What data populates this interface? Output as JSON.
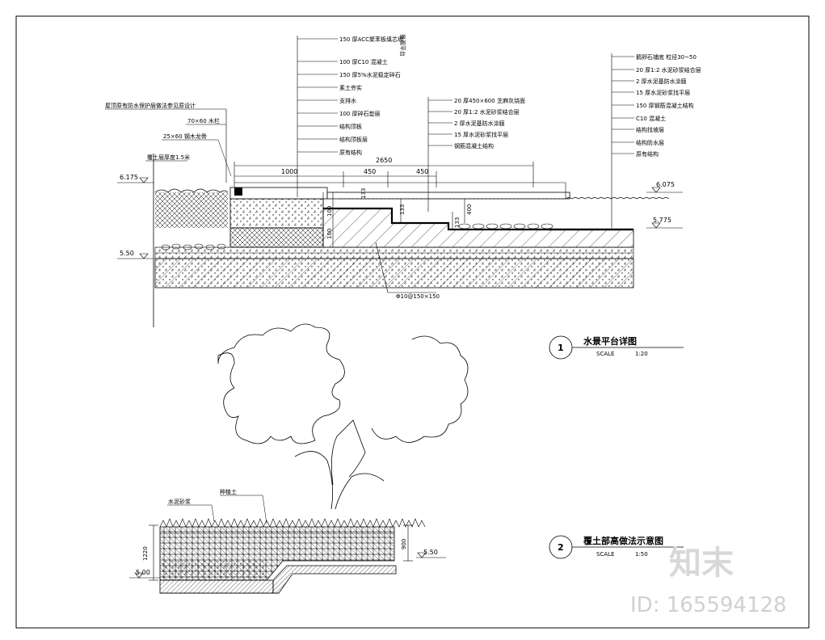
{
  "detail1": {
    "callouts_left": [
      "150 厚ACC聚苯板填芯墙",
      "100 厚C10 混凝土",
      "150 厚5%水泥稳定碎石",
      "素土夯实",
      "支排水",
      "100 厚碎石垫层",
      "结构顶板",
      "结构顶板层",
      "原有结构"
    ],
    "callout_top_vertical": "景观平台",
    "callouts_mid": [
      "20 厚450×600 芝麻灰烧面",
      "20 厚1:2 水泥砂浆结合层",
      "2 厚水泥基防水涂膜",
      "15 厚水泥砂浆找平层",
      "钢筋混凝土结构"
    ],
    "callouts_right": [
      "鹅卵石铺底 粒径30~50",
      "20 厚1:2 水泥砂浆结合层",
      "2 厚水泥基防水涂膜",
      "15 厚水泥砂浆找平层",
      "150 厚钢筋混凝土结构",
      "C10 混凝土",
      "结构找坡层",
      "结构防水层",
      "原有结构"
    ],
    "callouts_lower_left": [
      "屋顶原有防水保护层做法参见原设计",
      "70×60 木栏",
      "25×60 钢木龙骨",
      "覆土层厚度1.5米"
    ],
    "dims": {
      "total": "2650",
      "d1": "1000",
      "d2": "450",
      "d3": "450",
      "v1": "133",
      "v2": "133",
      "v3": "400",
      "v4": "100",
      "v5": "100",
      "v6": "133"
    },
    "elevations": {
      "e_left_top": "6.175",
      "e_left_bottom": "5.50",
      "e_right_top": "6.075",
      "e_right_mid": "5.775"
    },
    "rebar_note": "Φ10@150×150",
    "number": "1",
    "title": "水景平台详图",
    "scale_label": "SCALE",
    "scale_value": "1:20"
  },
  "detail2": {
    "callout_a": "水泥砂浆",
    "callout_b": "种植土",
    "dims": {
      "d1": "1220",
      "d2": "900"
    },
    "elevations": {
      "e_right": "5.50",
      "e_left": "5.00"
    },
    "number": "2",
    "title": "覆土部高做法示意图",
    "scale_label": "SCALE",
    "scale_value": "1:50"
  },
  "watermark": {
    "brand": "知末",
    "id": "ID: 165594128"
  }
}
